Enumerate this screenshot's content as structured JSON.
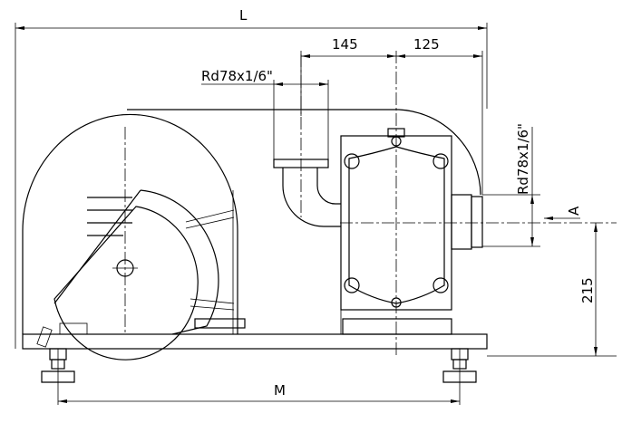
{
  "dimensions": {
    "overall_length": "L",
    "foot_spacing": "M",
    "dim_145": "145",
    "dim_125": "125",
    "inlet_thread": "Rd78x1/6\"",
    "outlet_thread": "Rd78x1/6\"",
    "height_215": "215",
    "view_marker": "A"
  }
}
